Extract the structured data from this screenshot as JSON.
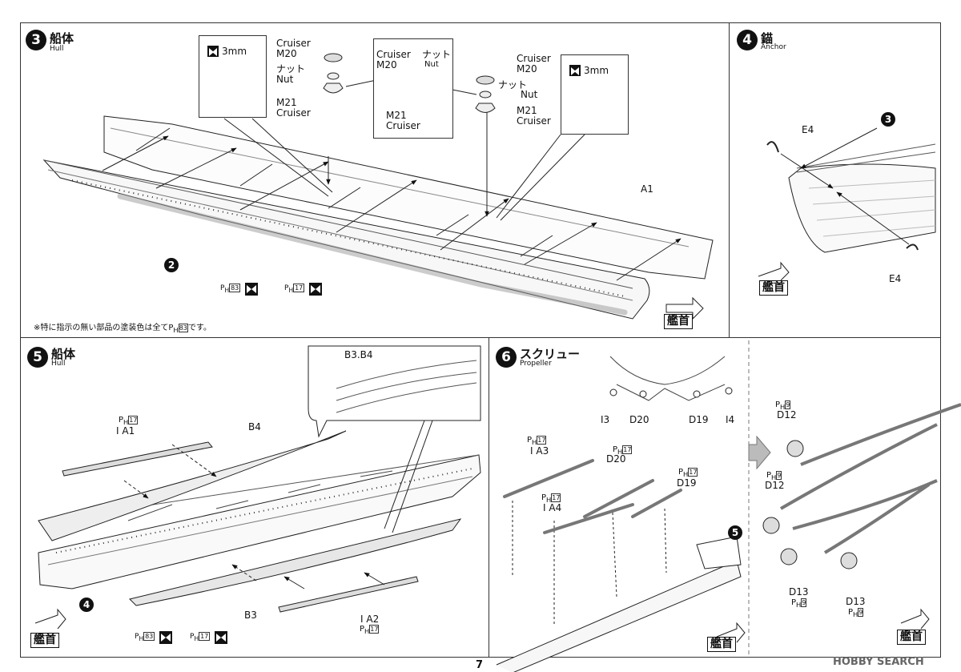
{
  "page_number": "7",
  "watermark": "HOBBY SEARCH",
  "bow_label": "艦首",
  "paint_code_main": "83",
  "paint_code_alt": "17",
  "paint_code_prop": "9",
  "step3": {
    "number": "3",
    "title_jp": "船体",
    "title_en": "Hull",
    "inset_3mm_left": "3mm",
    "inset_3mm_right": "3mm",
    "left_parts": {
      "cruiser_m20": "Cruiser\nM20",
      "nut_jp": "ナット",
      "nut_en": "Nut",
      "m21": "M21\nCruiser"
    },
    "mid_inset": {
      "top_left": "Cruiser\nM20",
      "nut_jp": "ナット",
      "nut_en": "Nut",
      "bottom": "M21\nCruiser"
    },
    "right_parts": {
      "cruiser_m20": "Cruiser\nM20",
      "nut_jp": "ナット",
      "nut_en": "Nut",
      "m21": "M21\nCruiser"
    },
    "part_a1": "A1",
    "ref_circle": "2",
    "note": "※特に指示の無い部品の塗装色は全て",
    "note_tail": "です。"
  },
  "step4": {
    "number": "4",
    "title_jp": "錨",
    "title_en": "Anchor",
    "ref_circle": "3",
    "part_e4_top": "E4",
    "part_e4_bottom": "E4"
  },
  "step5": {
    "number": "5",
    "title_jp": "船体",
    "title_en": "Hull",
    "inset_label": "B3.B4",
    "part_ia1": "I A1",
    "part_b4": "B4",
    "part_b3": "B3",
    "part_ia2": "I A2",
    "ref_circle": "4"
  },
  "step6": {
    "number": "6",
    "title_jp": "スクリュー",
    "title_en": "Propeller",
    "top_labels": [
      "I3",
      "D20",
      "D19",
      "I4"
    ],
    "part_ia3": "I A3",
    "part_d20": "D20",
    "part_ia4": "I A4",
    "part_d19": "D19",
    "ref_circle": "5",
    "prop_labels": {
      "d12_top": "D12",
      "d12_mid": "D12",
      "d13_left": "D13",
      "d13_right": "D13"
    }
  }
}
